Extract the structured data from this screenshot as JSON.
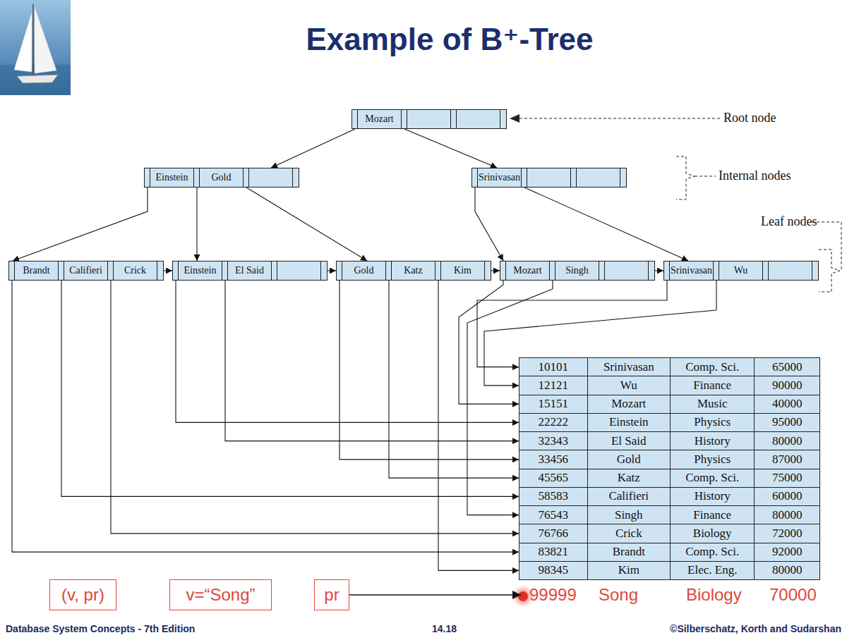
{
  "diagram": {
    "title": "Example of B⁺-Tree",
    "nodes": [
      {
        "text": [
          "Mozart"
        ]
      },
      {
        "text": [
          "Einstein",
          "Gold"
        ]
      },
      {
        "text": [
          "Srinivasan"
        ]
      },
      {
        "text": [
          "Brandt",
          "Califieri",
          "Crick"
        ]
      },
      {
        "text": [
          "Einstein",
          "El Said"
        ]
      },
      {
        "text": [
          "Gold",
          "Katz",
          "Kim"
        ]
      },
      {
        "text": [
          "Mozart",
          "Singh"
        ]
      },
      {
        "text": [
          "Srinivasan",
          "Wu"
        ]
      },
      {
        "text": [
          "10101",
          "Srinivasan",
          "Comp. Sci.",
          "65000"
        ]
      },
      {
        "text": [
          "12121",
          "Wu",
          "Finance",
          "90000"
        ]
      },
      {
        "text": [
          "15151",
          "Mozart",
          "Music",
          "40000"
        ]
      },
      {
        "text": [
          "22222",
          "Einstein",
          "Physics",
          "95000"
        ]
      },
      {
        "text": [
          "32343",
          "El Said",
          "History",
          "80000"
        ]
      },
      {
        "text": [
          "33456",
          "Gold",
          "Physics",
          "87000"
        ]
      },
      {
        "text": [
          "45565",
          "Katz",
          "Comp. Sci.",
          "75000"
        ]
      },
      {
        "text": [
          "58583",
          "Califieri",
          "History",
          "60000"
        ]
      },
      {
        "text": [
          "76543",
          "Singh",
          "Finance",
          "80000"
        ]
      },
      {
        "text": [
          "76766",
          "Crick",
          "Biology",
          "72000"
        ]
      },
      {
        "text": [
          "83821",
          "Brandt",
          "Comp. Sci.",
          "92000"
        ]
      },
      {
        "text": [
          "98345",
          "Kim",
          "Elec. Eng.",
          "80000"
        ]
      },
      {
        "text": [
          "(v, pr)"
        ]
      },
      {
        "text": [
          "v=“Song”"
        ]
      },
      {
        "text": [
          "pr"
        ]
      },
      {
        "text": [
          "99999",
          "Song",
          "Biology",
          "70000"
        ]
      }
    ],
    "edges": [
      {
        "from": 0,
        "to": 1,
        "arrow": "to"
      },
      {
        "from": 0,
        "to": 2,
        "arrow": "to"
      },
      {
        "from": 1,
        "to": 3,
        "arrow": "to"
      },
      {
        "from": 1,
        "to": 4,
        "arrow": "to"
      },
      {
        "from": 1,
        "to": 5,
        "arrow": "to"
      },
      {
        "from": 2,
        "to": 6,
        "arrow": "to"
      },
      {
        "from": 2,
        "to": 7,
        "arrow": "to"
      },
      {
        "from": 3,
        "to": 4,
        "arrow": "to"
      },
      {
        "from": 4,
        "to": 5,
        "arrow": "to"
      },
      {
        "from": 5,
        "to": 6,
        "arrow": "to"
      },
      {
        "from": 6,
        "to": 7,
        "arrow": "to"
      },
      {
        "from": 3,
        "to": 18,
        "arrow": "to"
      },
      {
        "from": 3,
        "to": 15,
        "arrow": "to"
      },
      {
        "from": 3,
        "to": 17,
        "arrow": "to"
      },
      {
        "from": 4,
        "to": 11,
        "arrow": "to"
      },
      {
        "from": 4,
        "to": 12,
        "arrow": "to"
      },
      {
        "from": 5,
        "to": 13,
        "arrow": "to"
      },
      {
        "from": 5,
        "to": 14,
        "arrow": "to"
      },
      {
        "from": 5,
        "to": 19,
        "arrow": "to"
      },
      {
        "from": 6,
        "to": 10,
        "arrow": "to"
      },
      {
        "from": 6,
        "to": 16,
        "arrow": "to"
      },
      {
        "from": 7,
        "to": 8,
        "arrow": "to"
      },
      {
        "from": 7,
        "to": 9,
        "arrow": "to"
      },
      {
        "from": 22,
        "to": 23,
        "arrow": "to"
      }
    ],
    "labels": [
      "Root node",
      "Internal nodes",
      "Leaf nodes",
      "Database System Concepts - 7th Edition",
      "14.18",
      "©Silberschatz, Korth and Sudarshan"
    ]
  }
}
